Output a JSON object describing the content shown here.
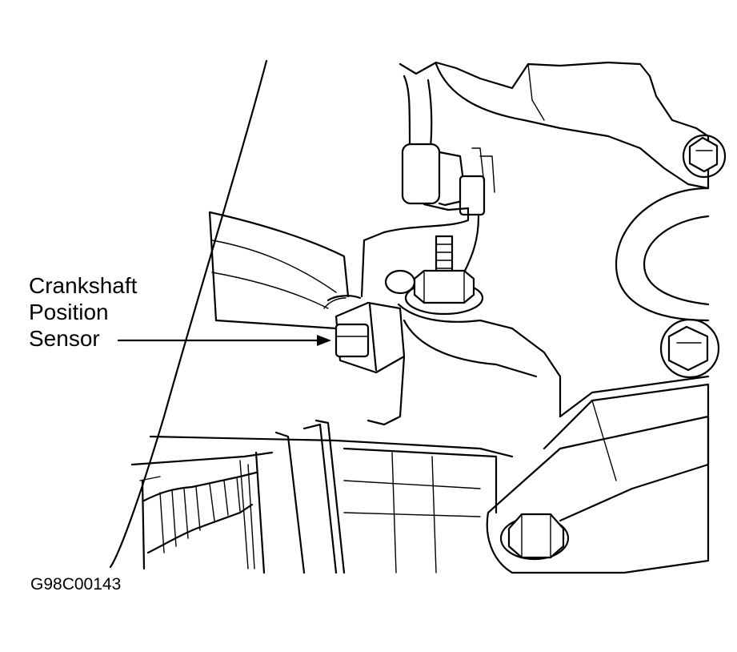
{
  "diagram": {
    "callout": {
      "line1": "Crankshaft",
      "line2": "Position",
      "line3": "Sensor"
    },
    "figure_id": "G98C00143"
  },
  "colors": {
    "ink": "#000000",
    "paper": "#ffffff"
  }
}
